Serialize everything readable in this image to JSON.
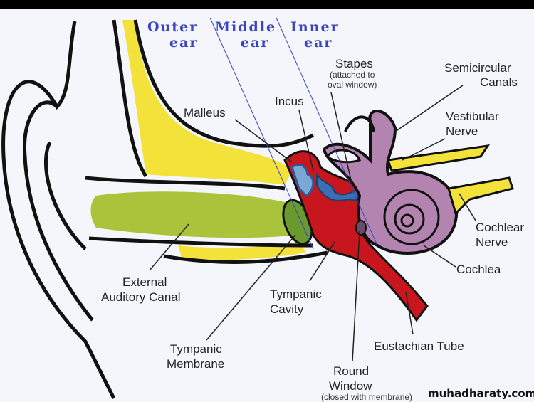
{
  "sections": {
    "outer": [
      "Outer",
      "ear"
    ],
    "middle": [
      "Middle",
      "ear"
    ],
    "inner": [
      "Inner",
      "ear"
    ]
  },
  "labels": {
    "stapes": "Stapes",
    "stapes_note1": "(attached to",
    "stapes_note2": "oval window)",
    "semicircular1": "Semicircular",
    "semicircular2": "Canals",
    "incus": "Incus",
    "malleus": "Malleus",
    "vestibular1": "Vestibular",
    "vestibular2": "Nerve",
    "cochlear1": "Cochlear",
    "cochlear2": "Nerve",
    "cochlea": "Cochlea",
    "eac1": "External",
    "eac2": "Auditory Canal",
    "cavity1": "Tympanic",
    "cavity2": "Cavity",
    "membrane1": "Tympanic",
    "membrane2": "Membrane",
    "eustachian": "Eustachian Tube",
    "round1": "Round",
    "round2": "Window",
    "round3": "(closed with membrane)"
  },
  "watermark": "muhadharaty.com",
  "colors": {
    "bone": "#f2e23a",
    "canal": "#a9c43a",
    "red": "#c8161e",
    "blue": "#3a6fb0",
    "purple": "#b384b0",
    "line": "#3a44c0"
  }
}
